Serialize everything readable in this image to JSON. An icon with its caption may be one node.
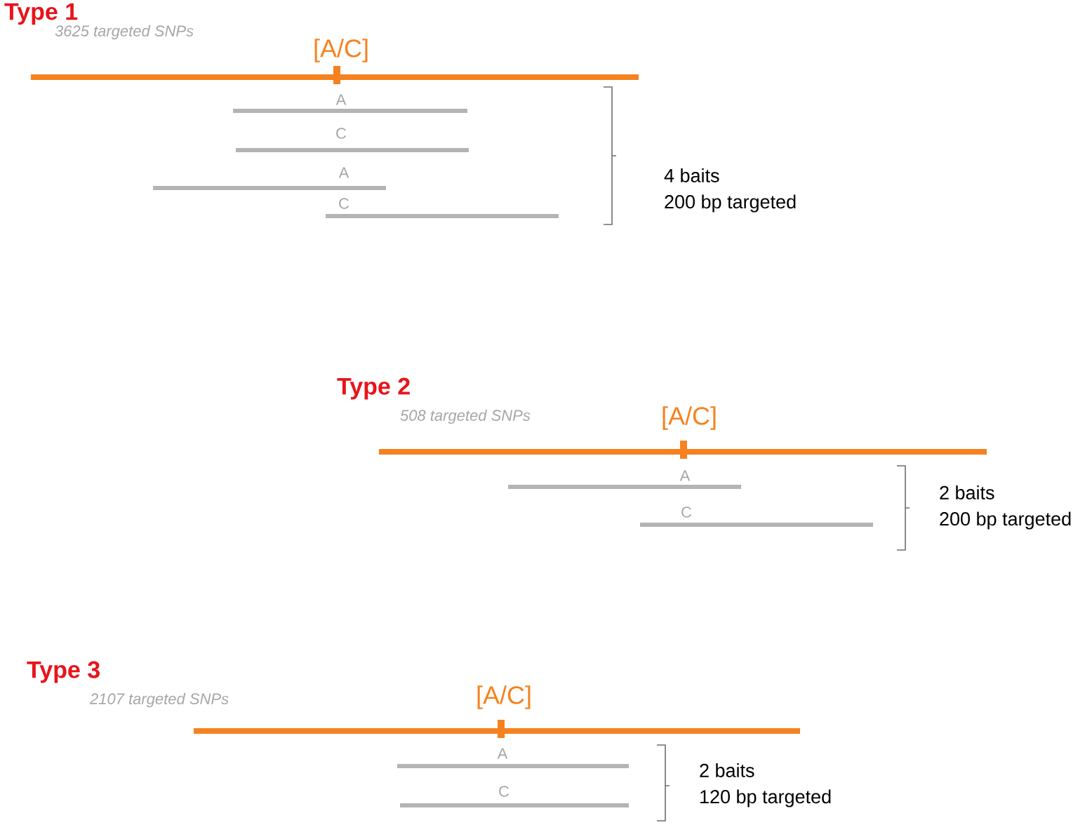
{
  "diagram": {
    "labels": [
      "Type 1",
      "3625 targeted SNPs",
      "[A/C]",
      "A",
      "C",
      "A",
      "C",
      "4 baits",
      "200 bp targeted",
      "Type 2",
      "508 targeted SNPs",
      "[A/C]",
      "A",
      "C",
      "2 baits",
      "200 bp targeted",
      "Type 3",
      "2107 targeted SNPs",
      "[A/C]",
      "A",
      "C",
      "2 baits",
      "120 bp targeted"
    ]
  }
}
